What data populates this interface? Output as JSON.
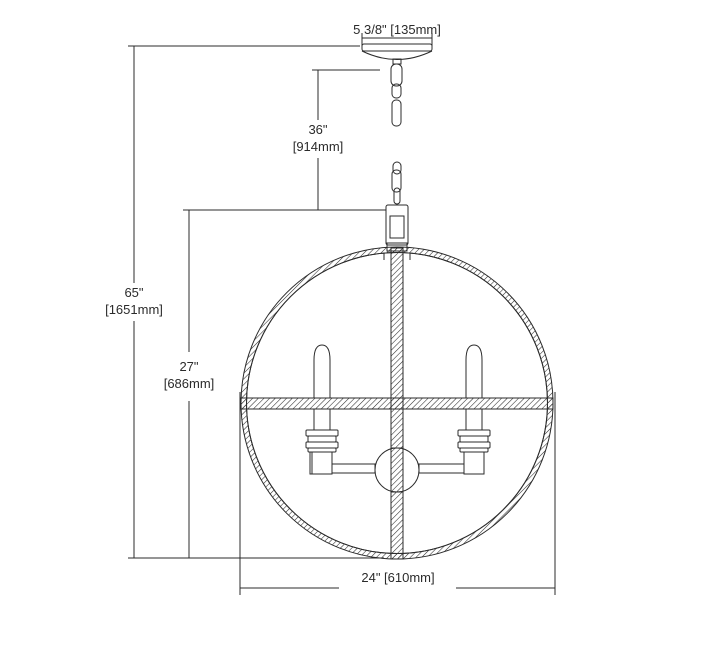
{
  "dimensions": {
    "canopy_width": "5 3/8\" [135mm]",
    "chain_length_in": "36\"",
    "chain_length_mm": "[914mm]",
    "overall_height_in": "65\"",
    "overall_height_mm": "[1651mm]",
    "fixture_height_in": "27\"",
    "fixture_height_mm": "[686mm]",
    "fixture_width": "24\" [610mm]"
  },
  "colors": {
    "line": "#2b2b2b",
    "background": "#ffffff"
  }
}
